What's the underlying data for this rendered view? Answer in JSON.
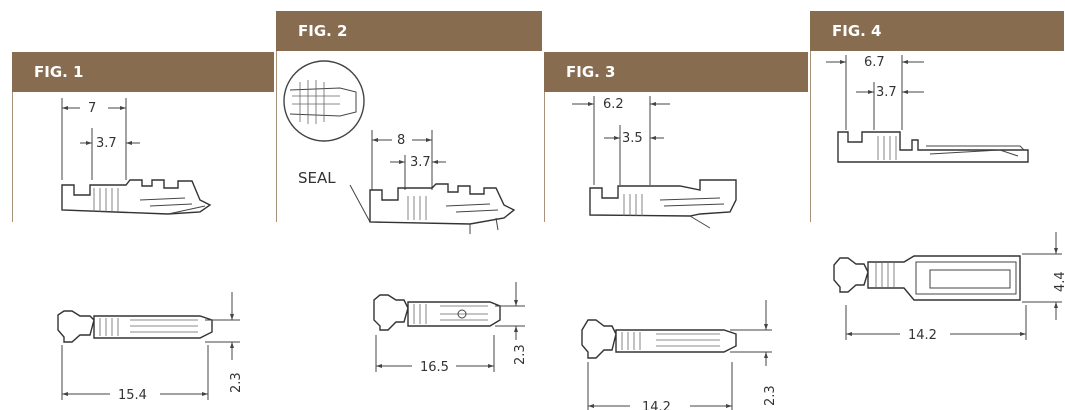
{
  "figures": [
    {
      "title": "FIG. 1",
      "dims": {
        "a": "7",
        "b": "3.7",
        "len": "15.4",
        "h": "2.3"
      }
    },
    {
      "title": "FIG. 2",
      "dims": {
        "a": "8",
        "b": "3.7",
        "len": "16.5",
        "h": "2.3"
      },
      "callout": "SEAL"
    },
    {
      "title": "FIG. 3",
      "dims": {
        "a": "6.2",
        "b": "3.5",
        "len": "14.2",
        "h": "2.3"
      }
    },
    {
      "title": "FIG. 4",
      "dims": {
        "a": "6.7",
        "b": "3.7",
        "len": "14.2",
        "h": "4.4"
      }
    }
  ],
  "colors": {
    "header": "#876c50",
    "border": "#a89279"
  }
}
